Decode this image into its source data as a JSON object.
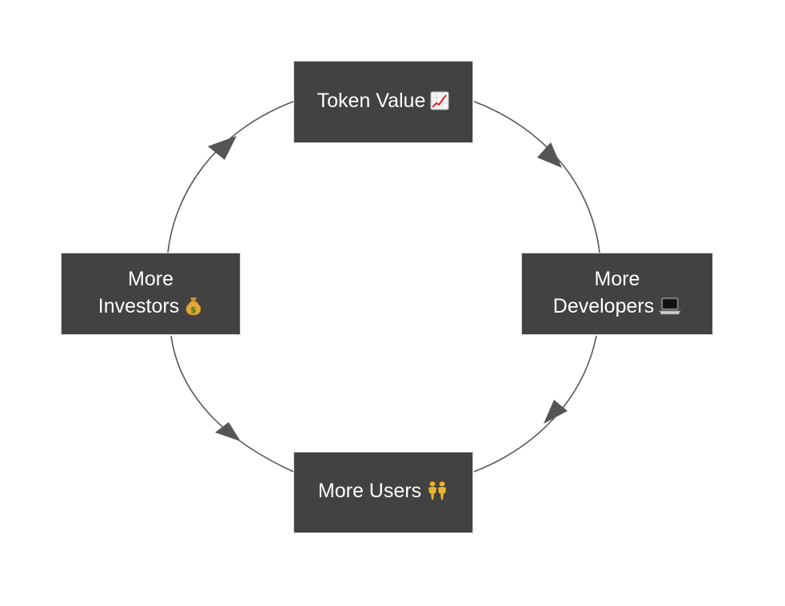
{
  "diagram": {
    "type": "cycle",
    "nodes": [
      {
        "id": "token",
        "label": "Token Value",
        "icon": "chart-increasing-icon"
      },
      {
        "id": "developers",
        "label_line1": "More",
        "label_line2": "Developers",
        "icon": "laptop-icon"
      },
      {
        "id": "users",
        "label": "More Users",
        "icon": "people-icon"
      },
      {
        "id": "investors",
        "label_line1": "More",
        "label_line2": "Investors",
        "icon": "money-bag-icon"
      }
    ],
    "edges": [
      {
        "from": "token",
        "to": "developers"
      },
      {
        "from": "developers",
        "to": "users"
      },
      {
        "from": "users",
        "to": "investors"
      },
      {
        "from": "investors",
        "to": "token"
      }
    ],
    "colors": {
      "node_fill": "#424242",
      "node_text": "#ffffff",
      "edge": "#555555"
    }
  }
}
